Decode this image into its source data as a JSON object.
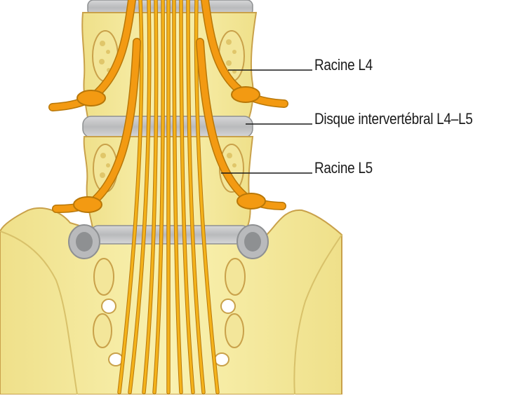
{
  "labels": {
    "root_l4": "Racine L4",
    "disc_l4_l5": "Disque intervertébral L4–L5",
    "root_l5": "Racine L5"
  },
  "colors": {
    "bone": "#f6ec9e",
    "bone_outline": "#c9a14a",
    "disc": "#c3c4c6",
    "disc_dark": "#8e9092",
    "nerve": "#f4b21b",
    "nerve_root": "#f39a12",
    "nerve_outline": "#b87708",
    "leader_line": "#1a1a1a",
    "text": "#1a1a1a"
  }
}
